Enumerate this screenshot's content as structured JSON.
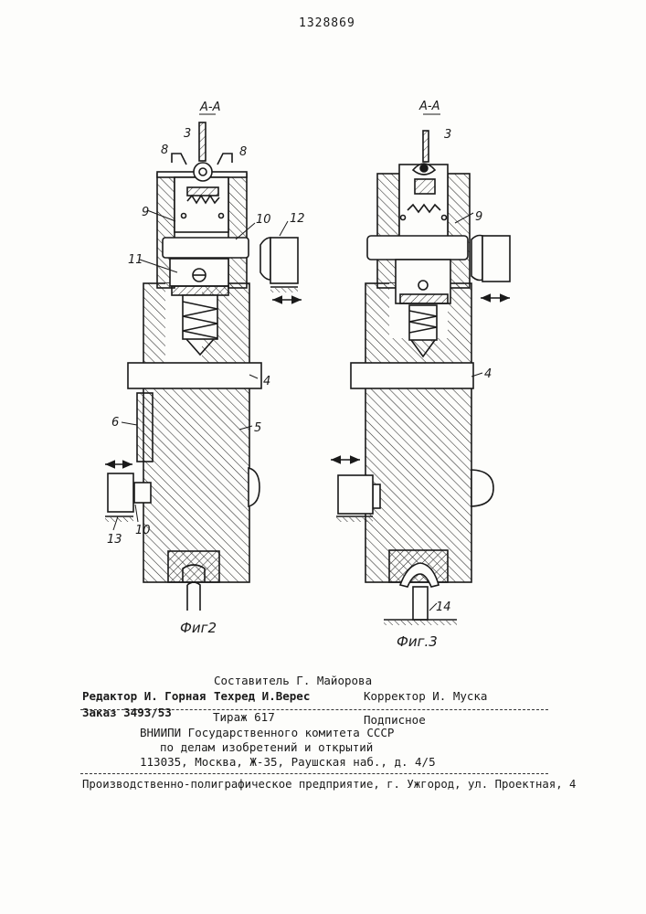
{
  "patent_number": "1328869",
  "figures": {
    "fig2": {
      "caption": "Фиг2",
      "section_label": "А-А",
      "part_labels": [
        "3",
        "8",
        "8",
        "9",
        "10",
        "11",
        "12",
        "4",
        "5",
        "6",
        "13",
        "10"
      ]
    },
    "fig3": {
      "caption": "Фиг.3",
      "section_label": "А-А",
      "part_labels": [
        "3",
        "9",
        "4",
        "14"
      ]
    }
  },
  "imprint": {
    "compiler": "Составитель Г. Майорова",
    "editor": "Редактор И. Горная",
    "techred": "Техред И.Верес",
    "corrector": "Корректор И. Муска",
    "order": "Заказ 3493/53",
    "circulation": "Тираж 617",
    "subscription": "Подписное",
    "org_line1": "ВНИИПИ Государственного комитета СССР",
    "org_line2": "по делам изобретений и открытий",
    "org_address": "113035, Москва, Ж-35, Раушская наб., д. 4/5",
    "printer": "Производственно-полиграфическое предприятие, г. Ужгород, ул. Проектная, 4"
  }
}
